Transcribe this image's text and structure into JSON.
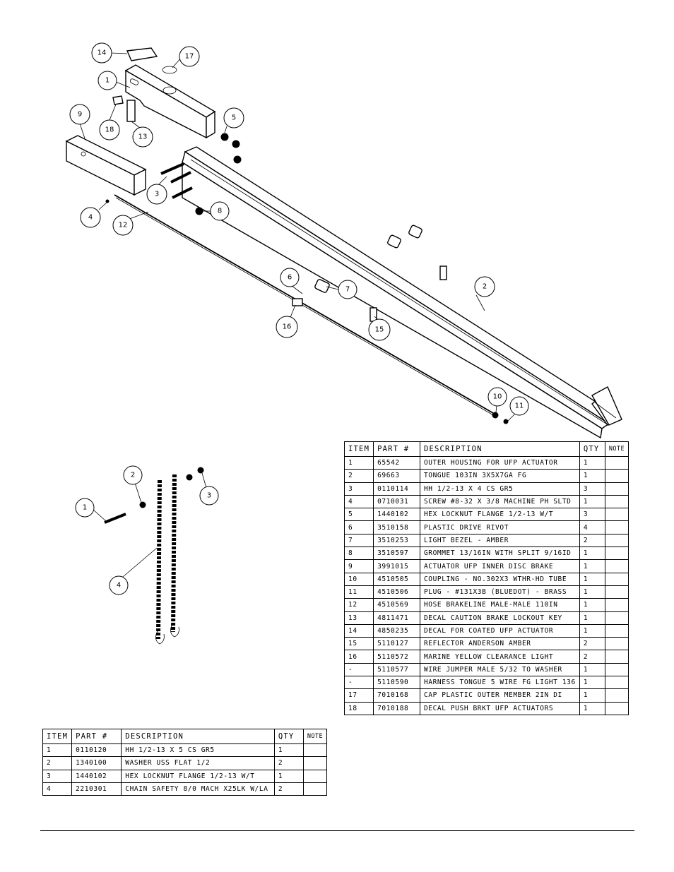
{
  "main_table": {
    "headers": {
      "item": "ITEM",
      "part": "PART #",
      "description": "DESCRIPTION",
      "qty": "QTY",
      "note": "NOTE"
    },
    "rows": [
      {
        "item": "1",
        "part": "65542",
        "description": "OUTER HOUSING FOR UFP ACTUATOR",
        "qty": "1",
        "note": ""
      },
      {
        "item": "2",
        "part": "69663",
        "description": "TONGUE 103IN 3X5X7GA FG",
        "qty": "1",
        "note": ""
      },
      {
        "item": "3",
        "part": "0110114",
        "description": "HH 1/2-13 X 4 CS GR5",
        "qty": "3",
        "note": ""
      },
      {
        "item": "4",
        "part": "0710031",
        "description": "SCREW #8-32 X 3/8 MACHINE PH SLTD",
        "qty": "1",
        "note": ""
      },
      {
        "item": "5",
        "part": "1440102",
        "description": "HEX LOCKNUT FLANGE 1/2-13 W/T",
        "qty": "3",
        "note": ""
      },
      {
        "item": "6",
        "part": "3510158",
        "description": "PLASTIC DRIVE RIVOT",
        "qty": "4",
        "note": ""
      },
      {
        "item": "7",
        "part": "3510253",
        "description": "LIGHT BEZEL - AMBER",
        "qty": "2",
        "note": ""
      },
      {
        "item": "8",
        "part": "3510597",
        "description": "GROMMET 13/16IN WITH SPLIT 9/16ID",
        "qty": "1",
        "note": ""
      },
      {
        "item": "9",
        "part": "3991015",
        "description": "ACTUATOR UFP INNER DISC BRAKE",
        "qty": "1",
        "note": ""
      },
      {
        "item": "10",
        "part": "4510505",
        "description": "COUPLING - NO.302X3 WTHR-HD TUBE",
        "qty": "1",
        "note": ""
      },
      {
        "item": "11",
        "part": "4510506",
        "description": "PLUG - #131X3B (BLUEDOT) - BRASS",
        "qty": "1",
        "note": ""
      },
      {
        "item": "12",
        "part": "4510569",
        "description": "HOSE BRAKELINE MALE-MALE 110IN",
        "qty": "1",
        "note": ""
      },
      {
        "item": "13",
        "part": "4811471",
        "description": "DECAL CAUTION BRAKE LOCKOUT KEY",
        "qty": "1",
        "note": ""
      },
      {
        "item": "14",
        "part": "4850235",
        "description": "DECAL FOR COATED UFP ACTUATOR",
        "qty": "1",
        "note": ""
      },
      {
        "item": "15",
        "part": "5110127",
        "description": "REFLECTOR ANDERSON AMBER",
        "qty": "2",
        "note": ""
      },
      {
        "item": "16",
        "part": "5110572",
        "description": "MARINE YELLOW CLEARANCE LIGHT",
        "qty": "2",
        "note": ""
      },
      {
        "item": "-",
        "part": "5110577",
        "description": "WIRE JUMPER MALE 5/32 TO WASHER",
        "qty": "1",
        "note": ""
      },
      {
        "item": "-",
        "part": "5110590",
        "description": "HARNESS TONGUE 5 WIRE FG LIGHT 136",
        "qty": "1",
        "note": ""
      },
      {
        "item": "17",
        "part": "7010168",
        "description": "CAP PLASTIC OUTER MEMBER 2IN DI",
        "qty": "1",
        "note": ""
      },
      {
        "item": "18",
        "part": "7010188",
        "description": "DECAL PUSH BRKT UFP ACTUATORS",
        "qty": "1",
        "note": ""
      }
    ]
  },
  "chain_table": {
    "headers": {
      "item": "ITEM",
      "part": "PART #",
      "description": "DESCRIPTION",
      "qty": "QTY",
      "note": "NOTE"
    },
    "rows": [
      {
        "item": "1",
        "part": "0110120",
        "description": "HH 1/2-13 X 5 CS GR5",
        "qty": "1",
        "note": ""
      },
      {
        "item": "2",
        "part": "1340100",
        "description": "WASHER USS FLAT 1/2",
        "qty": "2",
        "note": ""
      },
      {
        "item": "3",
        "part": "1440102",
        "description": "HEX LOCKNUT FLANGE 1/2-13 W/T",
        "qty": "1",
        "note": ""
      },
      {
        "item": "4",
        "part": "2210301",
        "description": "CHAIN SAFETY 8/0 MACH X25LK W/LA",
        "qty": "2",
        "note": ""
      }
    ]
  },
  "callouts": {
    "c1": "1",
    "c2": "2",
    "c3": "3",
    "c4": "4",
    "c5": "5",
    "c6": "6",
    "c7": "7",
    "c8": "8",
    "c9": "9",
    "c10": "10",
    "c11": "11",
    "c12": "12",
    "c13": "13",
    "c14": "14",
    "c15": "15",
    "c16": "16",
    "c17": "17",
    "c18": "18",
    "k1": "1",
    "k2": "2",
    "k3": "3",
    "k4": "4"
  }
}
